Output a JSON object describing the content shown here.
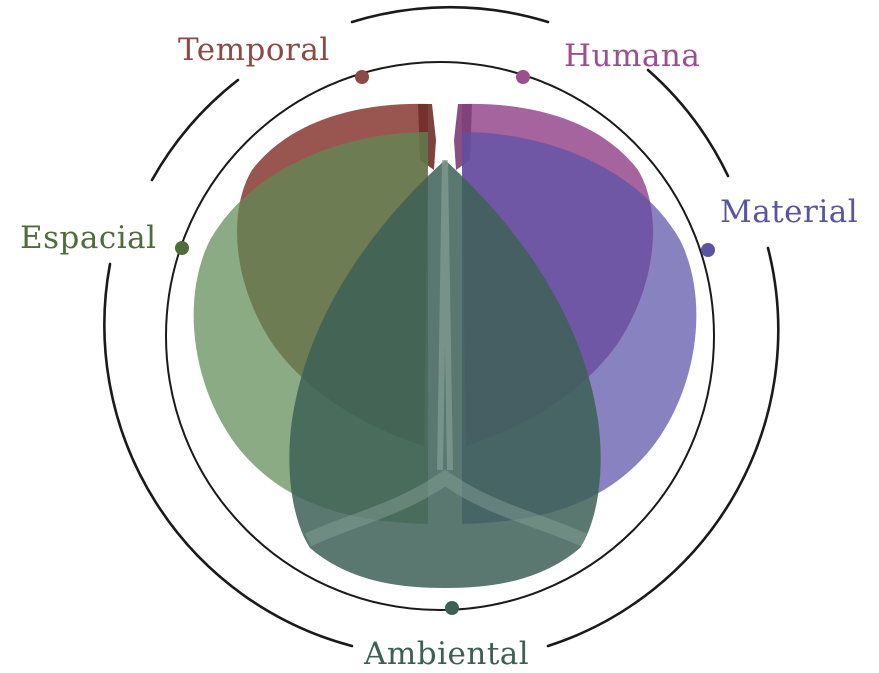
{
  "diagram": {
    "dimensions": [
      {
        "id": "temporal",
        "label": "Temporal",
        "color": "#8c4a45"
      },
      {
        "id": "humana",
        "label": "Humana",
        "color": "#9c4f8e"
      },
      {
        "id": "material",
        "label": "Material",
        "color": "#5a55a0"
      },
      {
        "id": "espacial",
        "label": "Espacial",
        "color": "#4f6d3c"
      },
      {
        "id": "ambiental",
        "label": "Ambiental",
        "color": "#3f5e54"
      }
    ],
    "colors": {
      "temporal_fill": "#8b3f38",
      "humana_fill": "#9a4f91",
      "material_fill": "#5b52a8",
      "espacial_fill": "#5d8a55",
      "ambiental_fill": "#3d6056",
      "rings": "#1a1a1a"
    }
  }
}
